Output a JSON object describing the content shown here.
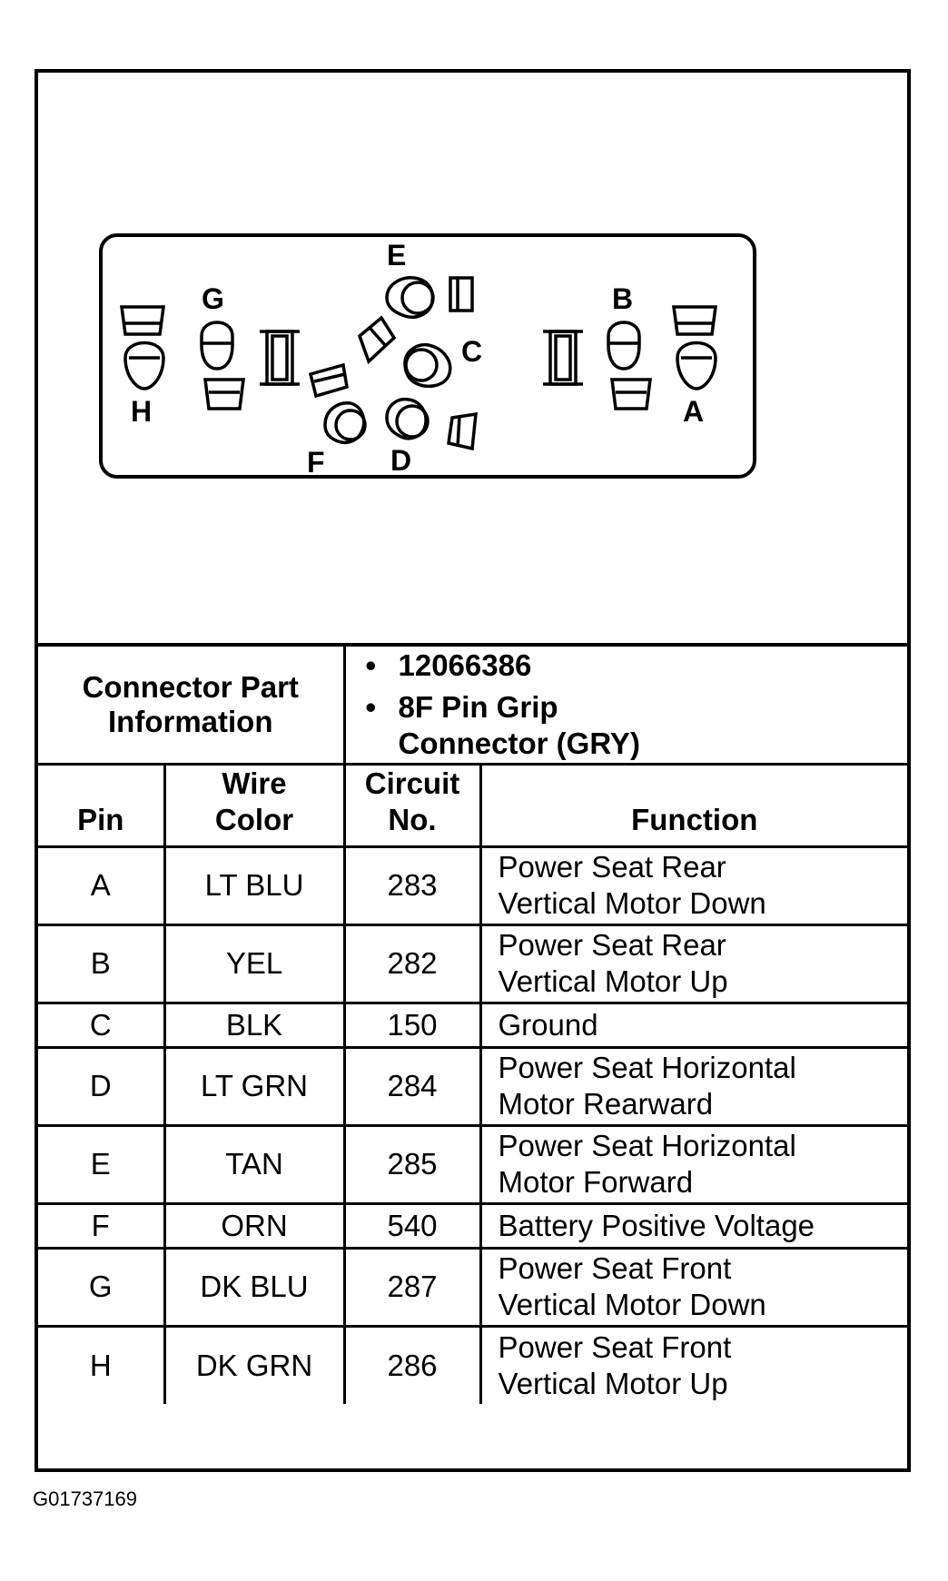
{
  "diagram": {
    "pin_labels": {
      "A": "A",
      "B": "B",
      "C": "C",
      "D": "D",
      "E": "E",
      "F": "F",
      "G": "G",
      "H": "H"
    }
  },
  "connector_info": {
    "label_line1": "Connector Part",
    "label_line2": "Information",
    "part_number": "12066386",
    "description_line1": "8F Pin Grip",
    "description_line2": "Connector (GRY)"
  },
  "table": {
    "headers": {
      "pin": "Pin",
      "wire_color_line1": "Wire",
      "wire_color_line2": "Color",
      "circuit_line1": "Circuit",
      "circuit_line2": "No.",
      "function": "Function"
    },
    "rows": [
      {
        "pin": "A",
        "color": "LT BLU",
        "circuit": "283",
        "function_line1": "Power Seat Rear",
        "function_line2": "Vertical Motor Down"
      },
      {
        "pin": "B",
        "color": "YEL",
        "circuit": "282",
        "function_line1": "Power Seat Rear",
        "function_line2": "Vertical Motor Up"
      },
      {
        "pin": "C",
        "color": "BLK",
        "circuit": "150",
        "function_line1": "Ground",
        "function_line2": ""
      },
      {
        "pin": "D",
        "color": "LT GRN",
        "circuit": "284",
        "function_line1": "Power Seat Horizontal",
        "function_line2": "Motor Rearward"
      },
      {
        "pin": "E",
        "color": "TAN",
        "circuit": "285",
        "function_line1": "Power Seat Horizontal",
        "function_line2": "Motor Forward"
      },
      {
        "pin": "F",
        "color": "ORN",
        "circuit": "540",
        "function_line1": "Battery Positive Voltage",
        "function_line2": ""
      },
      {
        "pin": "G",
        "color": "DK BLU",
        "circuit": "287",
        "function_line1": "Power Seat Front",
        "function_line2": "Vertical Motor Down"
      },
      {
        "pin": "H",
        "color": "DK GRN",
        "circuit": "286",
        "function_line1": "Power Seat Front",
        "function_line2": "Vertical Motor Up"
      }
    ]
  },
  "footer": {
    "code": "G01737169"
  }
}
